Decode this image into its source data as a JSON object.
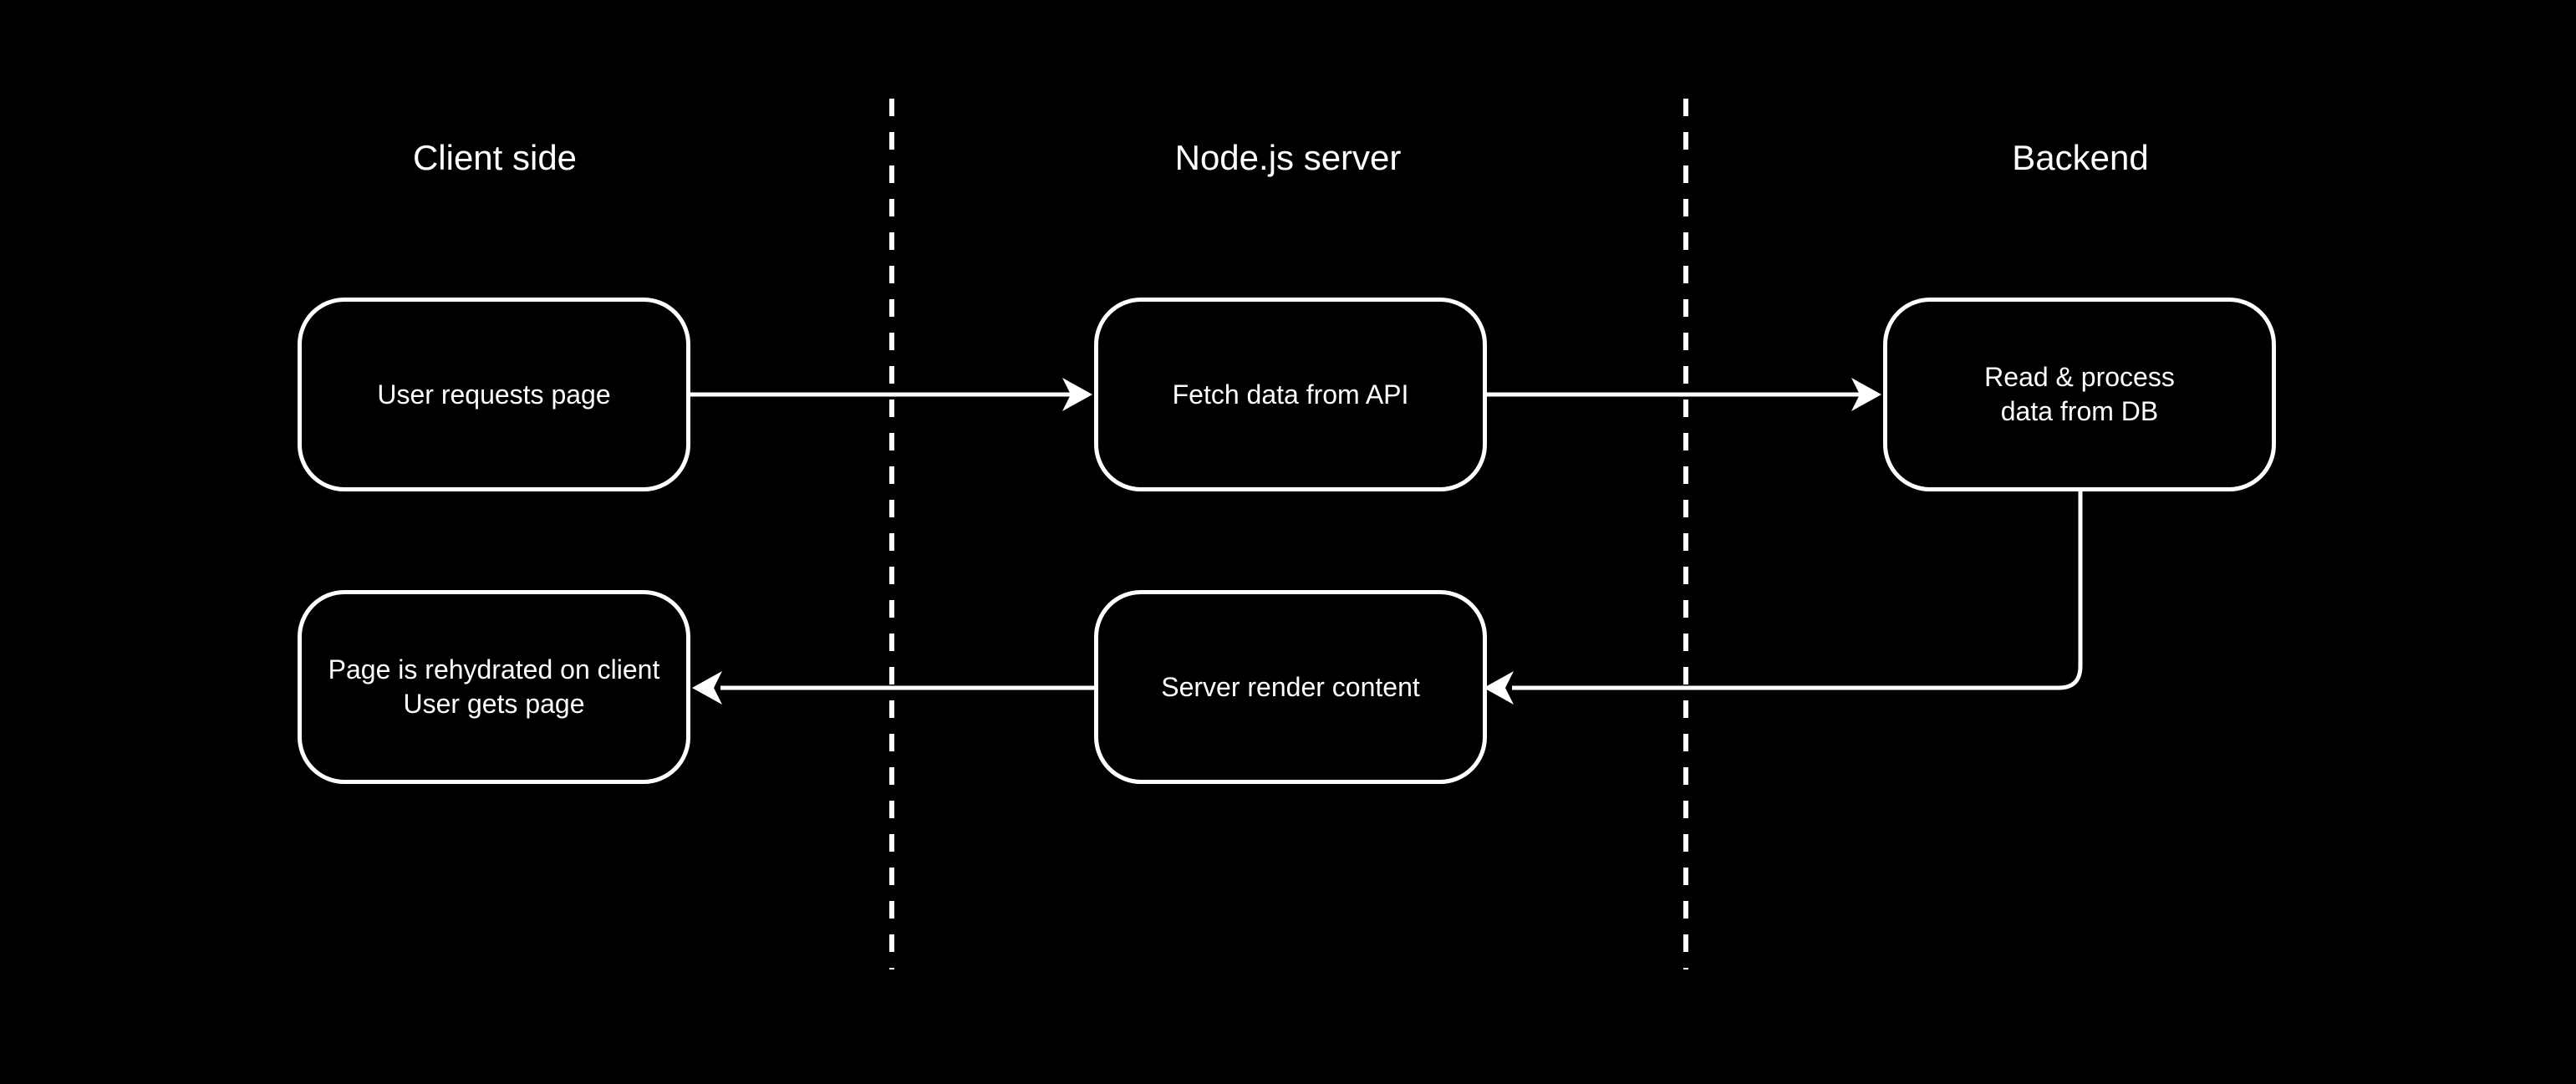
{
  "canvas": {
    "background": "#000000",
    "foreground": "#ffffff"
  },
  "lanes": [
    {
      "label": "Client side"
    },
    {
      "label": "Node.js server"
    },
    {
      "label": "Backend"
    }
  ],
  "nodes": [
    {
      "id": "user-requests-page",
      "lane": "Client side",
      "lines": [
        "User requests page"
      ]
    },
    {
      "id": "fetch-data-from-api",
      "lane": "Node.js server",
      "lines": [
        "Fetch data from API"
      ]
    },
    {
      "id": "read-process-data-from-db",
      "lane": "Backend",
      "lines": [
        "Read & process",
        "data from DB"
      ]
    },
    {
      "id": "page-rehydrated-on-client",
      "lane": "Client side",
      "lines": [
        "Page is rehydrated on client",
        "User gets page"
      ]
    },
    {
      "id": "server-render-content",
      "lane": "Node.js server",
      "lines": [
        "Server render content"
      ]
    }
  ],
  "edges": [
    {
      "from": "user-requests-page",
      "to": "fetch-data-from-api"
    },
    {
      "from": "fetch-data-from-api",
      "to": "read-process-data-from-db"
    },
    {
      "from": "read-process-data-from-db",
      "to": "server-render-content"
    },
    {
      "from": "server-render-content",
      "to": "page-rehydrated-on-client"
    }
  ]
}
